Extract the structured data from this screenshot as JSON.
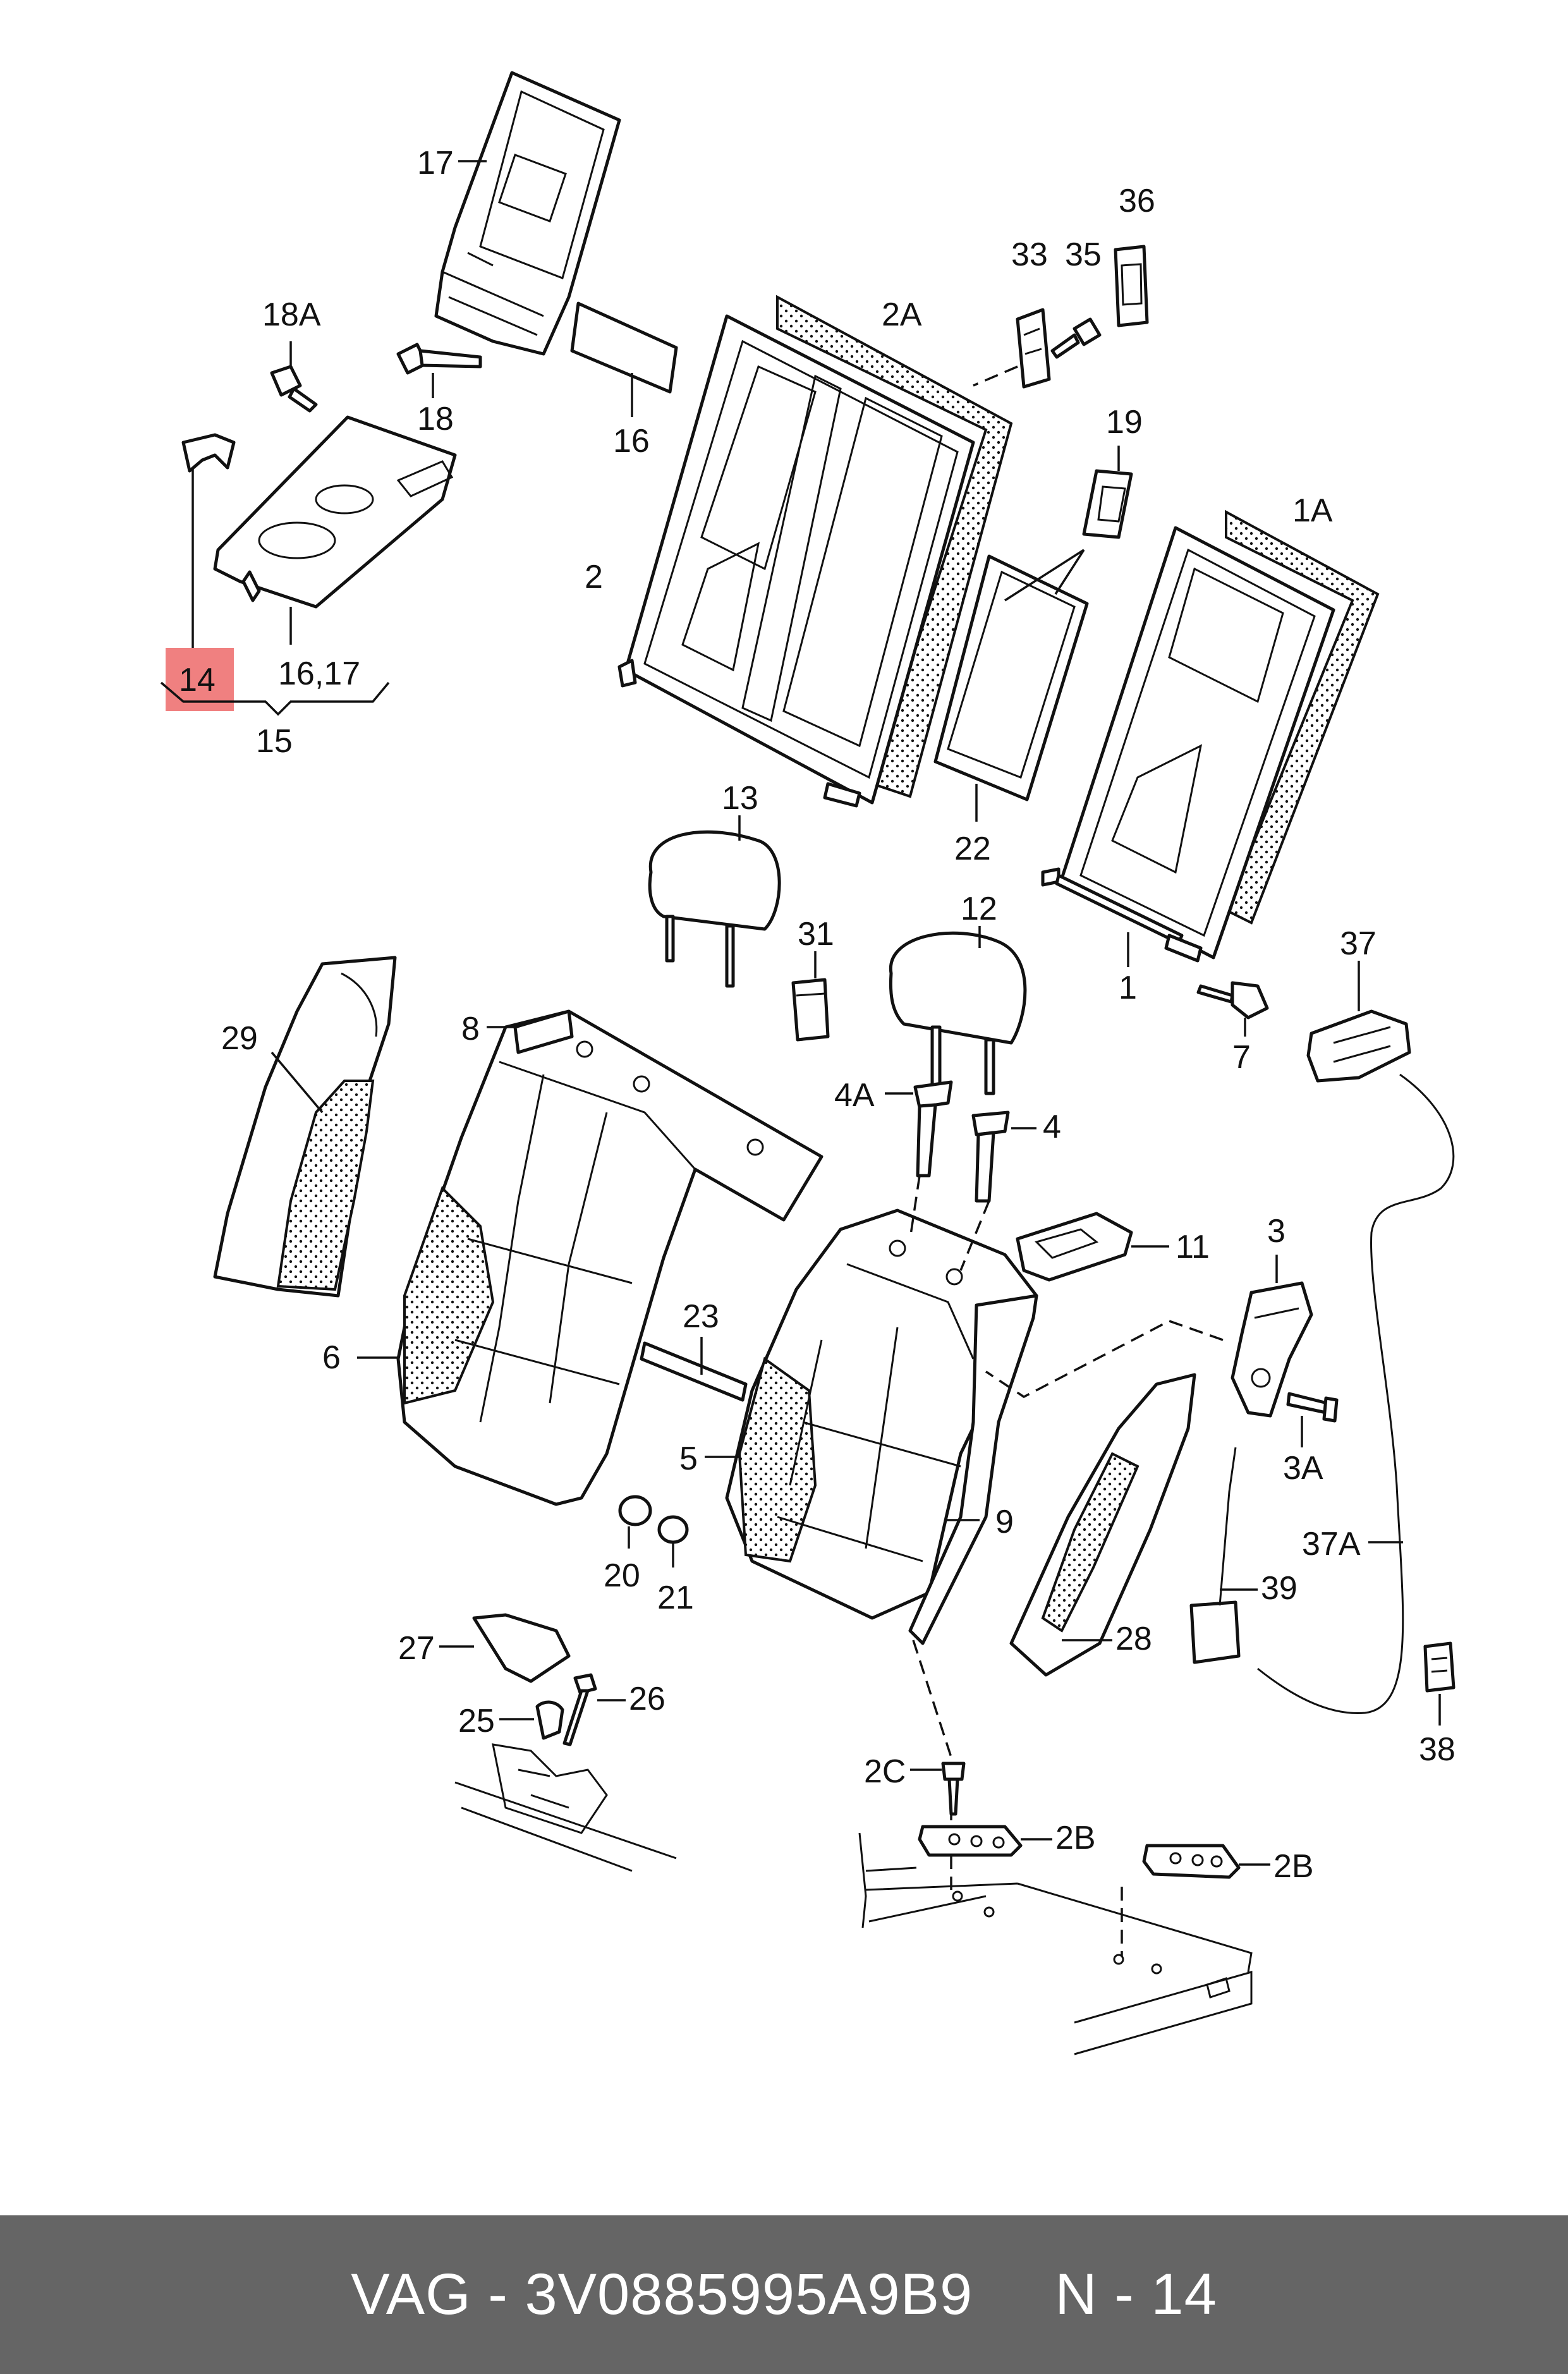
{
  "callouts": {
    "p17": "17",
    "p18A": "18A",
    "p18": "18",
    "p16": "16",
    "p2": "2",
    "p2A": "2A",
    "p33": "33",
    "p35": "35",
    "p36": "36",
    "p19": "19",
    "p22": "22",
    "p1A": "1A",
    "p1": "1",
    "p7": "7",
    "p14": "14",
    "p16_17": "16,17",
    "p15": "15",
    "p13": "13",
    "p31": "31",
    "p12": "12",
    "p4A": "4A",
    "p4": "4",
    "p29": "29",
    "p8": "8",
    "p37": "37",
    "p11": "11",
    "p3": "3",
    "p3A": "3A",
    "p6": "6",
    "p23": "23",
    "p5": "5",
    "p9": "9",
    "p37A": "37A",
    "p20": "20",
    "p21": "21",
    "p39": "39",
    "p28": "28",
    "p27": "27",
    "p26": "26",
    "p25": "25",
    "p38": "38",
    "p2C": "2C",
    "p2B_left": "2B",
    "p2B_right": "2B"
  },
  "highlight": {
    "part": "14",
    "color": "#f08080"
  },
  "footer": {
    "brand": "VAG",
    "separator": "-",
    "part_number": "3V0885995A9B9",
    "sheet": "N - 14"
  },
  "colors": {
    "footer_bg": "#656565",
    "footer_text": "#ffffff",
    "line": "#111111"
  }
}
